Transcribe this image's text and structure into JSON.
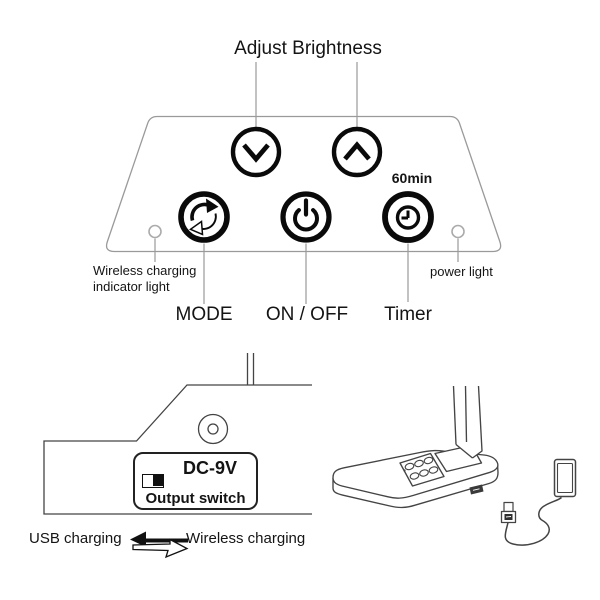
{
  "colors": {
    "ink": "#141414",
    "button_ink": "#0a0a0a",
    "leader_gray": "#9a9a9a",
    "drawing_gray": "#444444",
    "background": "#ffffff"
  },
  "panel": {
    "title": "Adjust Brightness",
    "timer_badge": "60min",
    "mode_label": "MODE",
    "power_label": "ON / OFF",
    "timer_label": "Timer",
    "wireless_indicator_label_1": "Wireless charging",
    "wireless_indicator_label_2": "indicator light",
    "power_light_label": "power light",
    "icons": {
      "brightness_down": "chevron-down-circle",
      "brightness_up": "chevron-up-circle",
      "mode": "cycle-arrows-circle",
      "power": "power-symbol-circle",
      "timer": "clock-circle",
      "wireless_indicator": "small-dot-circle",
      "power_light": "small-dot-circle"
    }
  },
  "base_side": {
    "voltage": "DC-9V",
    "output_switch_label": "Output switch",
    "usb_caption": "USB charging",
    "wireless_caption": "Wireless charging",
    "icons": {
      "switch": "slide-switch",
      "swap": "swap-arrows"
    }
  }
}
